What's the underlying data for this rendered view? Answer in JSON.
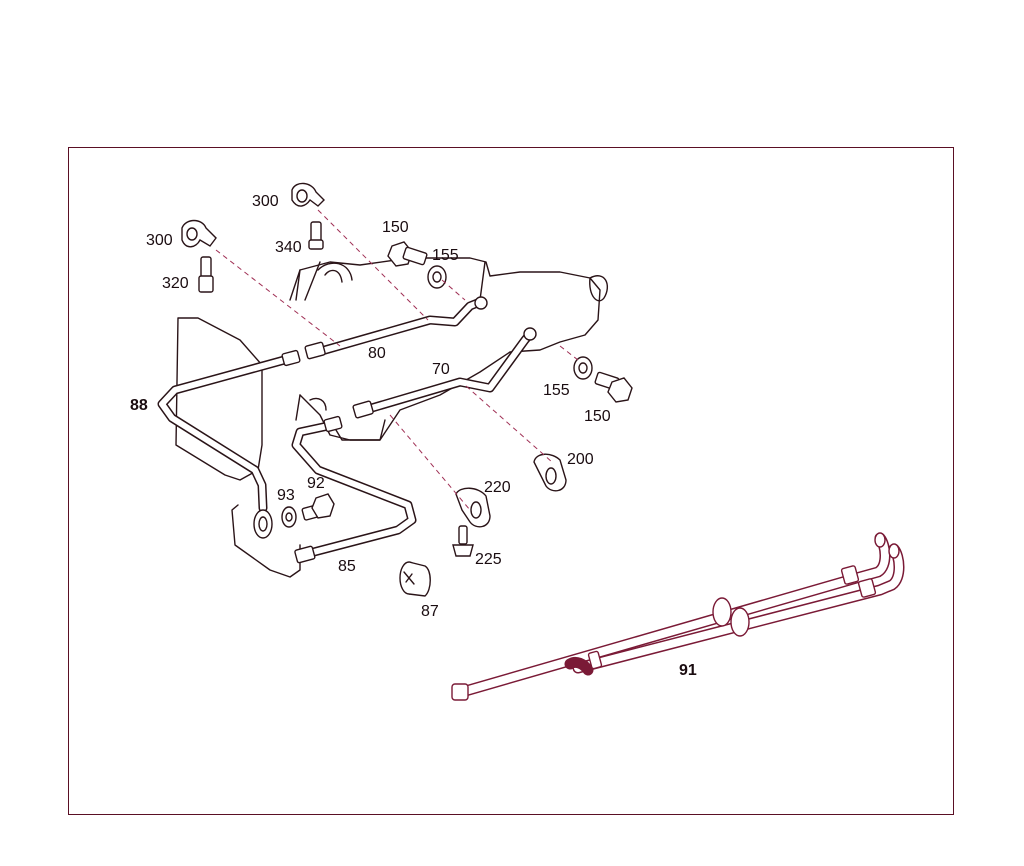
{
  "callouts": {
    "p300a": "300",
    "p300b": "300",
    "p340": "340",
    "p320": "320",
    "p150a": "150",
    "p155a": "155",
    "p80": "80",
    "p88": "88",
    "p70": "70",
    "p155b": "155",
    "p150b": "150",
    "p200": "200",
    "p93": "93",
    "p92": "92",
    "p220": "220",
    "p85": "85",
    "p225": "225",
    "p87": "87",
    "p91": "91"
  },
  "colors": {
    "frame": "#5a0f24",
    "line": "#2a1418",
    "accent": "#8a2040"
  }
}
